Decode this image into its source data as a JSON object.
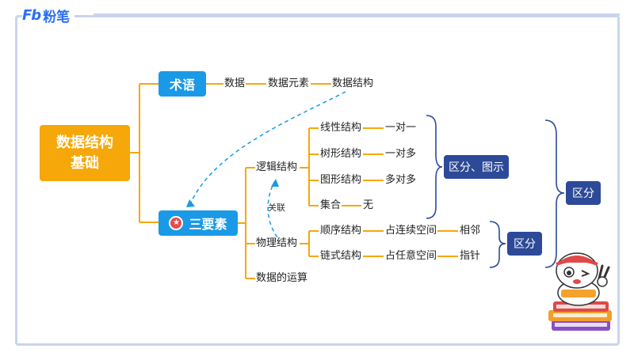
{
  "logo": {
    "fb": "Fb",
    "text": "粉笔"
  },
  "root": {
    "line1": "数据结构",
    "line2": "基础"
  },
  "terms": {
    "label": "术语",
    "chain": [
      "数据",
      "数据元素",
      "数据结构"
    ]
  },
  "elements": {
    "label": "三要素"
  },
  "logical": {
    "label": "逻辑结构",
    "items": [
      {
        "name": "线性结构",
        "rel": "一对一"
      },
      {
        "name": "树形结构",
        "rel": "一对多"
      },
      {
        "name": "图形结构",
        "rel": "多对多"
      },
      {
        "name": "集合",
        "rel": "无"
      }
    ],
    "summary": "区分、图示"
  },
  "physical": {
    "label": "物理结构",
    "items": [
      {
        "name": "顺序结构",
        "space": "占连续空间",
        "rel": "相邻"
      },
      {
        "name": "链式结构",
        "space": "占任意空间",
        "rel": "指针"
      }
    ],
    "summary": "区分"
  },
  "operations": {
    "label": "数据的运算"
  },
  "relation_note": "关联",
  "overall_summary": "区分",
  "colors": {
    "orange": "#f6a709",
    "blue": "#1a9ae6",
    "navy": "#2d4a98",
    "line": "#f6a709",
    "dash": "#1a9ae6"
  }
}
